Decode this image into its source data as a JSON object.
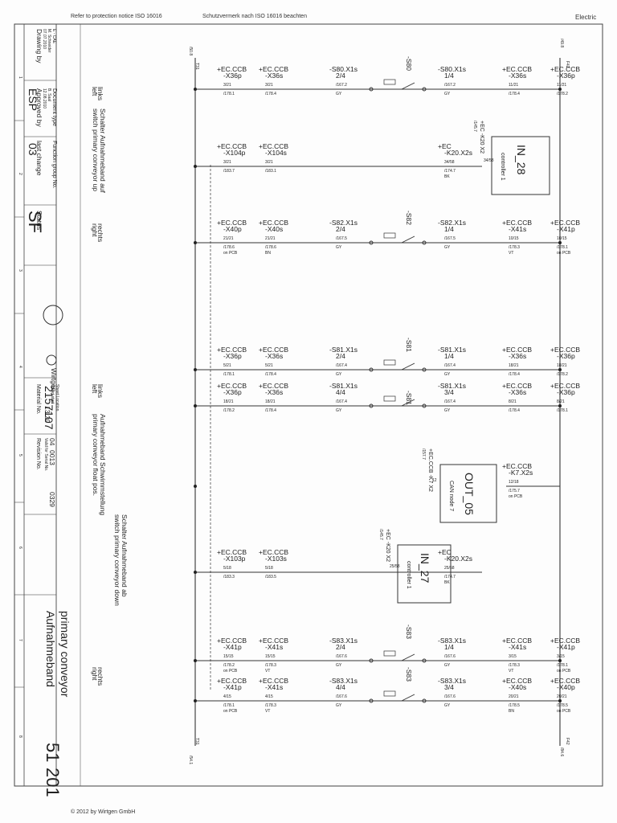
{
  "header": {
    "notice_en": "Refer to protection notice ISO 16016",
    "notice_de": "Schutzvermerk nach ISO 16016 beachten",
    "section": "Electric"
  },
  "footer": {
    "copyright": "© 2012 by Wirtgen GmbH"
  },
  "title_block": {
    "drawing_by_label": "Drawing by",
    "drawing_date": "07.07.2010",
    "drawing_name": "M. Schneider",
    "approved_by_label": "Approved by",
    "approved_date": "12.08.2010",
    "approved_name": "B. Saal",
    "last_change_label": "last change",
    "e_cae": "E - CAE",
    "document_type_label": "Document type",
    "document_type": "ESP",
    "function_group_label": "Function group No.",
    "function_group": "03",
    "status_label": "Status",
    "status": "SF",
    "material_no_label": "Material No.",
    "material_no": "2157107",
    "revision_label": "Revision No.",
    "revision": "04",
    "serial_label": "Valid for Serial No.",
    "serial_from": "0013",
    "serial_to": "0329",
    "sheet_start_label": "Sheet start",
    "sheet_start": "13.20",
    "sheet_location_label": "Sheet Location",
    "brand": "Wirtgen",
    "title_de": "Aufnahmeband",
    "title_en": "primary conveyor",
    "sheet": "51",
    "sheets": "201"
  },
  "sections": [
    {
      "de": "Schalter Aufnahmeband auf",
      "en": "switch primary conveyor up"
    },
    {
      "de": "Aufnahmeband Schwimmstellung",
      "en": "primary conveyor float pos."
    },
    {
      "de": "Schalter Aufnahmeband ab",
      "en": "switch primary conveyor down"
    }
  ],
  "side_labels": {
    "links": "links",
    "left": "left",
    "rechts": "rechts",
    "right": "right"
  },
  "rails": {
    "left_top": "/50.8",
    "left_top_code": "T31",
    "right_top": "/49.8",
    "right_top_code": "F42",
    "left_bottom": "/54.1",
    "left_bottom_code": "T31",
    "right_bottom": "/84.6",
    "right_bottom_code": "F42"
  },
  "modules": [
    {
      "id": "IN_28",
      "ref": "+EC -K20 X2",
      "page": "/145.7",
      "name": "controller 1",
      "pin": "34/58"
    },
    {
      "id": "OUT_05",
      "ref": "+EC.CCB -K7 X2",
      "page": "/157.7",
      "name": "CAN node 7",
      "pin": "12"
    },
    {
      "id": "IN_27",
      "ref": "+EC -K20 X2",
      "page": "/145.7",
      "name": "controller 1",
      "pin": "25/58"
    }
  ],
  "switches": [
    "-S80",
    "-S82",
    "-S81",
    "-S81",
    "-S83",
    "-S83"
  ],
  "rows": [
    {
      "left": [
        "+EC.CCB",
        "-X36p",
        "3/21",
        "/178.1"
      ],
      "mid": [
        "+EC.CCB",
        "-X36s",
        "3/21",
        "/178.4"
      ],
      "sw": [
        "-S80.X1s",
        "2/4",
        "/167.2",
        "GY"
      ],
      "out": [
        "-S80.X1s",
        "1/4",
        "/167.2",
        "GY"
      ],
      "r1": [
        "+EC.CCB",
        "-X36s",
        "11/21",
        "/178.4"
      ],
      "r2": [
        "+EC.CCB",
        "-X36p",
        "11/21",
        "/178.2"
      ]
    },
    {
      "left": [
        "+EC.CCB",
        "-X104p",
        "3/21",
        "/183.7"
      ],
      "mid": [
        "+EC.CCB",
        "-X104s",
        "3/21",
        "/183.1"
      ],
      "sw": [],
      "out": [
        "+EC",
        "-K20.X2s",
        "34/58",
        "/174.7",
        "BK"
      ],
      "r1": [],
      "r2": []
    },
    {
      "left": [
        "+EC.CCB",
        "-X40p",
        "21/21",
        "/178.6",
        "on PCB"
      ],
      "mid": [
        "+EC.CCB",
        "-X40s",
        "21/21",
        "/178.6",
        "BN"
      ],
      "sw": [
        "-S82.X1s",
        "2/4",
        "/167.5",
        "GY"
      ],
      "out": [
        "-S82.X1s",
        "1/4",
        "/167.5",
        "GY"
      ],
      "r1": [
        "+EC.CCB",
        "-X41s",
        "10/15",
        "/178.3",
        "VT"
      ],
      "r2": [
        "+EC.CCB",
        "-X41p",
        "10/15",
        "/178.1",
        "on PCB"
      ]
    },
    {
      "left": [
        "+EC.CCB",
        "-X36p",
        "5/21",
        "/178.1"
      ],
      "mid": [
        "+EC.CCB",
        "-X36s",
        "5/21",
        "/178.4"
      ],
      "sw": [
        "-S81.X1s",
        "2/4",
        "/167.4",
        "GY"
      ],
      "out": [
        "-S81.X1s",
        "1/4",
        "/167.4",
        "GY"
      ],
      "r1": [
        "+EC.CCB",
        "-X36s",
        "18/21",
        "/178.4"
      ],
      "r2": [
        "+EC.CCB",
        "-X36p",
        "18/21",
        "/178.2"
      ]
    },
    {
      "left": [
        "+EC.CCB",
        "-X36p",
        "18/21",
        "/178.2"
      ],
      "mid": [
        "+EC.CCB",
        "-X36s",
        "18/21",
        "/178.4"
      ],
      "sw": [
        "-S81.X1s",
        "4/4",
        "/167.4",
        "GY"
      ],
      "out": [
        "-S81.X1s",
        "3/4",
        "/167.4",
        "GY"
      ],
      "r1": [
        "+EC.CCB",
        "-X36s",
        "8/21",
        "/178.4"
      ],
      "r2": [
        "+EC.CCB",
        "-X36p",
        "8/21",
        "/178.1"
      ]
    },
    {
      "left": [],
      "mid": [],
      "sw": [],
      "out": [],
      "r1": [
        "+EC.CCB",
        "-K7.X2s",
        "12/18",
        "/175.7",
        "on PCB"
      ],
      "r2": []
    },
    {
      "left": [
        "+EC.CCB",
        "-X103p",
        "5/18",
        "/183.3"
      ],
      "mid": [
        "+EC.CCB",
        "-X103s",
        "5/18",
        "/183.5"
      ],
      "sw": [],
      "out": [
        "+EC",
        "-K20.X2s",
        "25/58",
        "/174.7",
        "BK"
      ],
      "r1": [],
      "r2": []
    },
    {
      "left": [
        "+EC.CCB",
        "-X41p",
        "15/15",
        "/178.2",
        "on PCB"
      ],
      "mid": [
        "+EC.CCB",
        "-X41s",
        "15/15",
        "/178.3",
        "VT"
      ],
      "sw": [
        "-S83.X1s",
        "2/4",
        "/167.6",
        "GY"
      ],
      "out": [
        "-S83.X1s",
        "1/4",
        "/167.6",
        "GY"
      ],
      "r1": [
        "+EC.CCB",
        "-X41s",
        "3/15",
        "/178.3",
        "VT"
      ],
      "r2": [
        "+EC.CCB",
        "-X41p",
        "3/15",
        "/178.1",
        "on PCB"
      ]
    },
    {
      "left": [
        "+EC.CCB",
        "-X41p",
        "4/15",
        "/178.1",
        "on PCB"
      ],
      "mid": [
        "+EC.CCB",
        "-X41s",
        "4/15",
        "/178.3",
        "VT"
      ],
      "sw": [
        "-S83.X1s",
        "4/4",
        "/167.6",
        "GY"
      ],
      "out": [
        "-S83.X1s",
        "3/4",
        "/167.6",
        "GY"
      ],
      "r1": [
        "+EC.CCB",
        "-X40s",
        "20/21",
        "/178.5",
        "BN"
      ],
      "r2": [
        "+EC.CCB",
        "-X40p",
        "20/21",
        "/178.5",
        "on PCB"
      ]
    }
  ],
  "grid_numbers": [
    "1",
    "2",
    "3",
    "4",
    "5",
    "6",
    "7",
    "8"
  ]
}
